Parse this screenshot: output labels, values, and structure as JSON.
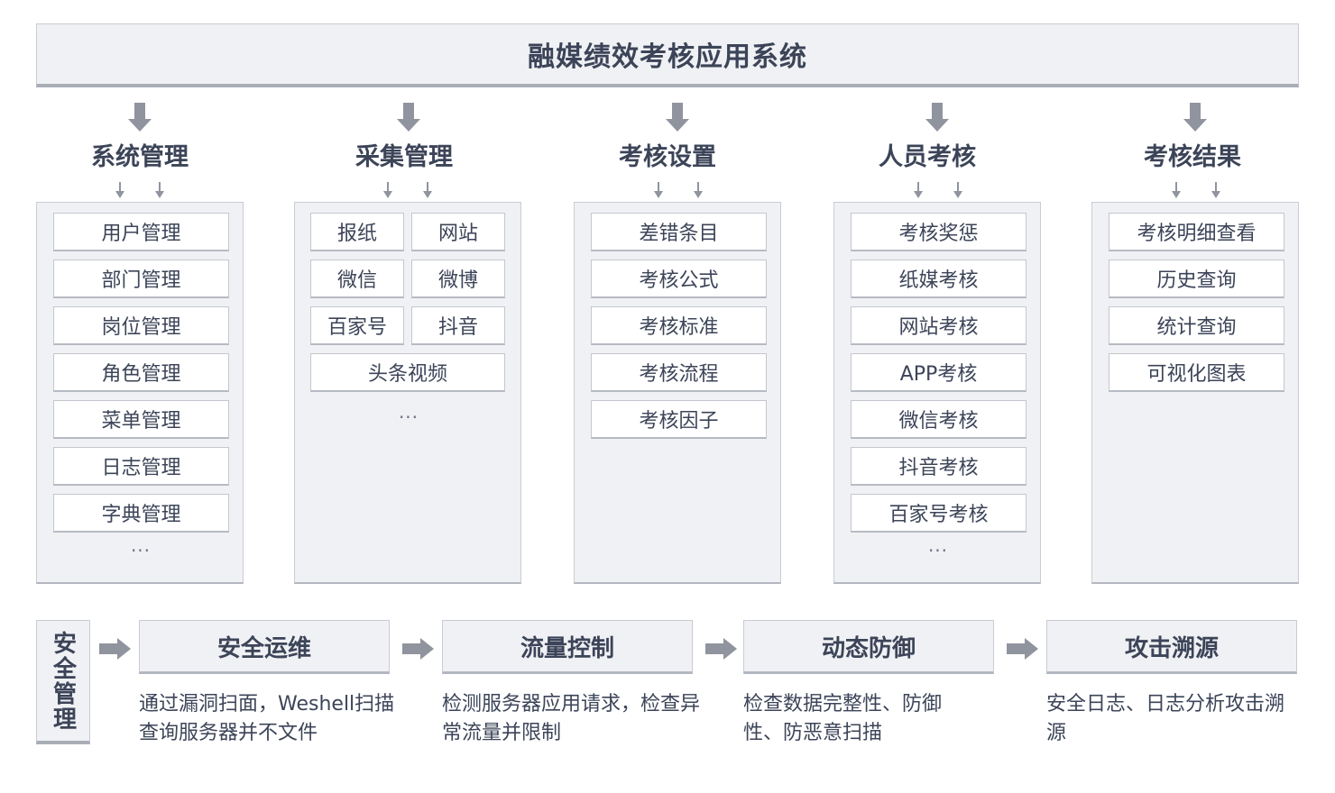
{
  "title": "融媒绩效考核应用系统",
  "modules": [
    {
      "title": "系统管理",
      "items": [
        "用户管理",
        "部门管理",
        "岗位管理",
        "角色管理",
        "菜单管理",
        "日志管理",
        "字典管理"
      ],
      "more": "···"
    },
    {
      "title": "采集管理",
      "pairs": [
        [
          "报纸",
          "网站"
        ],
        [
          "微信",
          "微博"
        ],
        [
          "百家号",
          "抖音"
        ]
      ],
      "wide": "头条视频",
      "more": "···"
    },
    {
      "title": "考核设置",
      "items": [
        "差错条目",
        "考核公式",
        "考核标准",
        "考核流程",
        "考核因子"
      ]
    },
    {
      "title": "人员考核",
      "items": [
        "考核奖惩",
        "纸媒考核",
        "网站考核",
        "APP考核",
        "微信考核",
        "抖音考核",
        "百家号考核"
      ],
      "more": "···"
    },
    {
      "title": "考核结果",
      "items": [
        "考核明细查看",
        "历史查询",
        "统计查询",
        "可视化图表"
      ]
    }
  ],
  "security": {
    "label": "安全管理",
    "steps": [
      {
        "title": "安全运维",
        "desc": "通过漏洞扫面，Weshell扫描查询服务器并不文件"
      },
      {
        "title": "流量控制",
        "desc": "检测服务器应用请求，检查异常流量并限制"
      },
      {
        "title": "动态防御",
        "desc": "检查数据完整性、防御性、防恶意扫描"
      },
      {
        "title": "攻击溯源",
        "desc": "安全日志、日志分析攻击溯源"
      }
    ]
  },
  "colors": {
    "panel": "#f0f1f4",
    "border": "#c9ccd3",
    "arrow": "#8f949e",
    "text": "#3c4458"
  }
}
